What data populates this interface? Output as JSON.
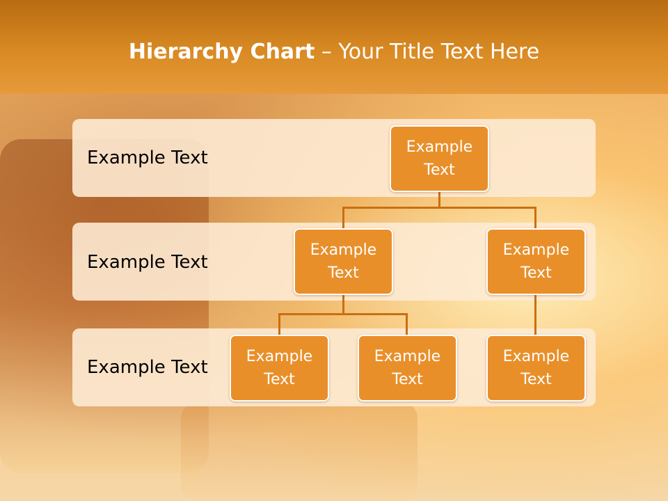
{
  "title": {
    "bold": "Hierarchy Chart",
    "rest": " – Your Title Text Here"
  },
  "levels": [
    {
      "label": "Example Text"
    },
    {
      "label": "Example Text"
    },
    {
      "label": "Example Text"
    }
  ],
  "nodes": {
    "root": "Example Text",
    "level2_left": "Example Text",
    "level2_right": "Example Text",
    "level3_a": "Example Text",
    "level3_b": "Example Text",
    "level3_c": "Example Text"
  },
  "colors": {
    "title_bar": "#d98a23",
    "node_fill": "#e98f2a",
    "band_fill": "#fdead3",
    "connector": "#c96f12"
  }
}
